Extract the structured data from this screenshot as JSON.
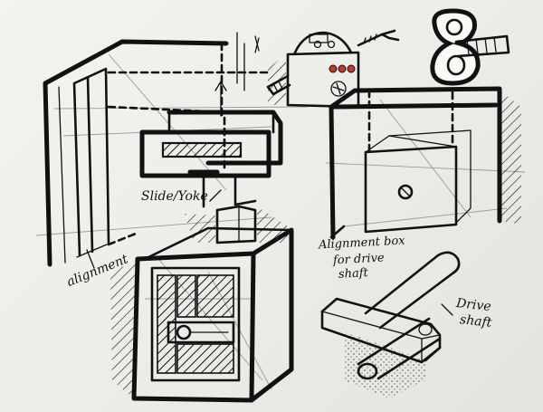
{
  "labels": {
    "slide_yoke": "Slide/Yoke",
    "alignment": "alignment",
    "alignment_box_line1": "Alignment box",
    "alignment_box_line2": "for drive",
    "alignment_box_line3": "shaft",
    "drive_shaft_line1": "Drive",
    "drive_shaft_line2": "shaft"
  },
  "colors": {
    "paper": "#f1f0ec",
    "ink": "#111111",
    "pencil": "#9a9a9a"
  }
}
